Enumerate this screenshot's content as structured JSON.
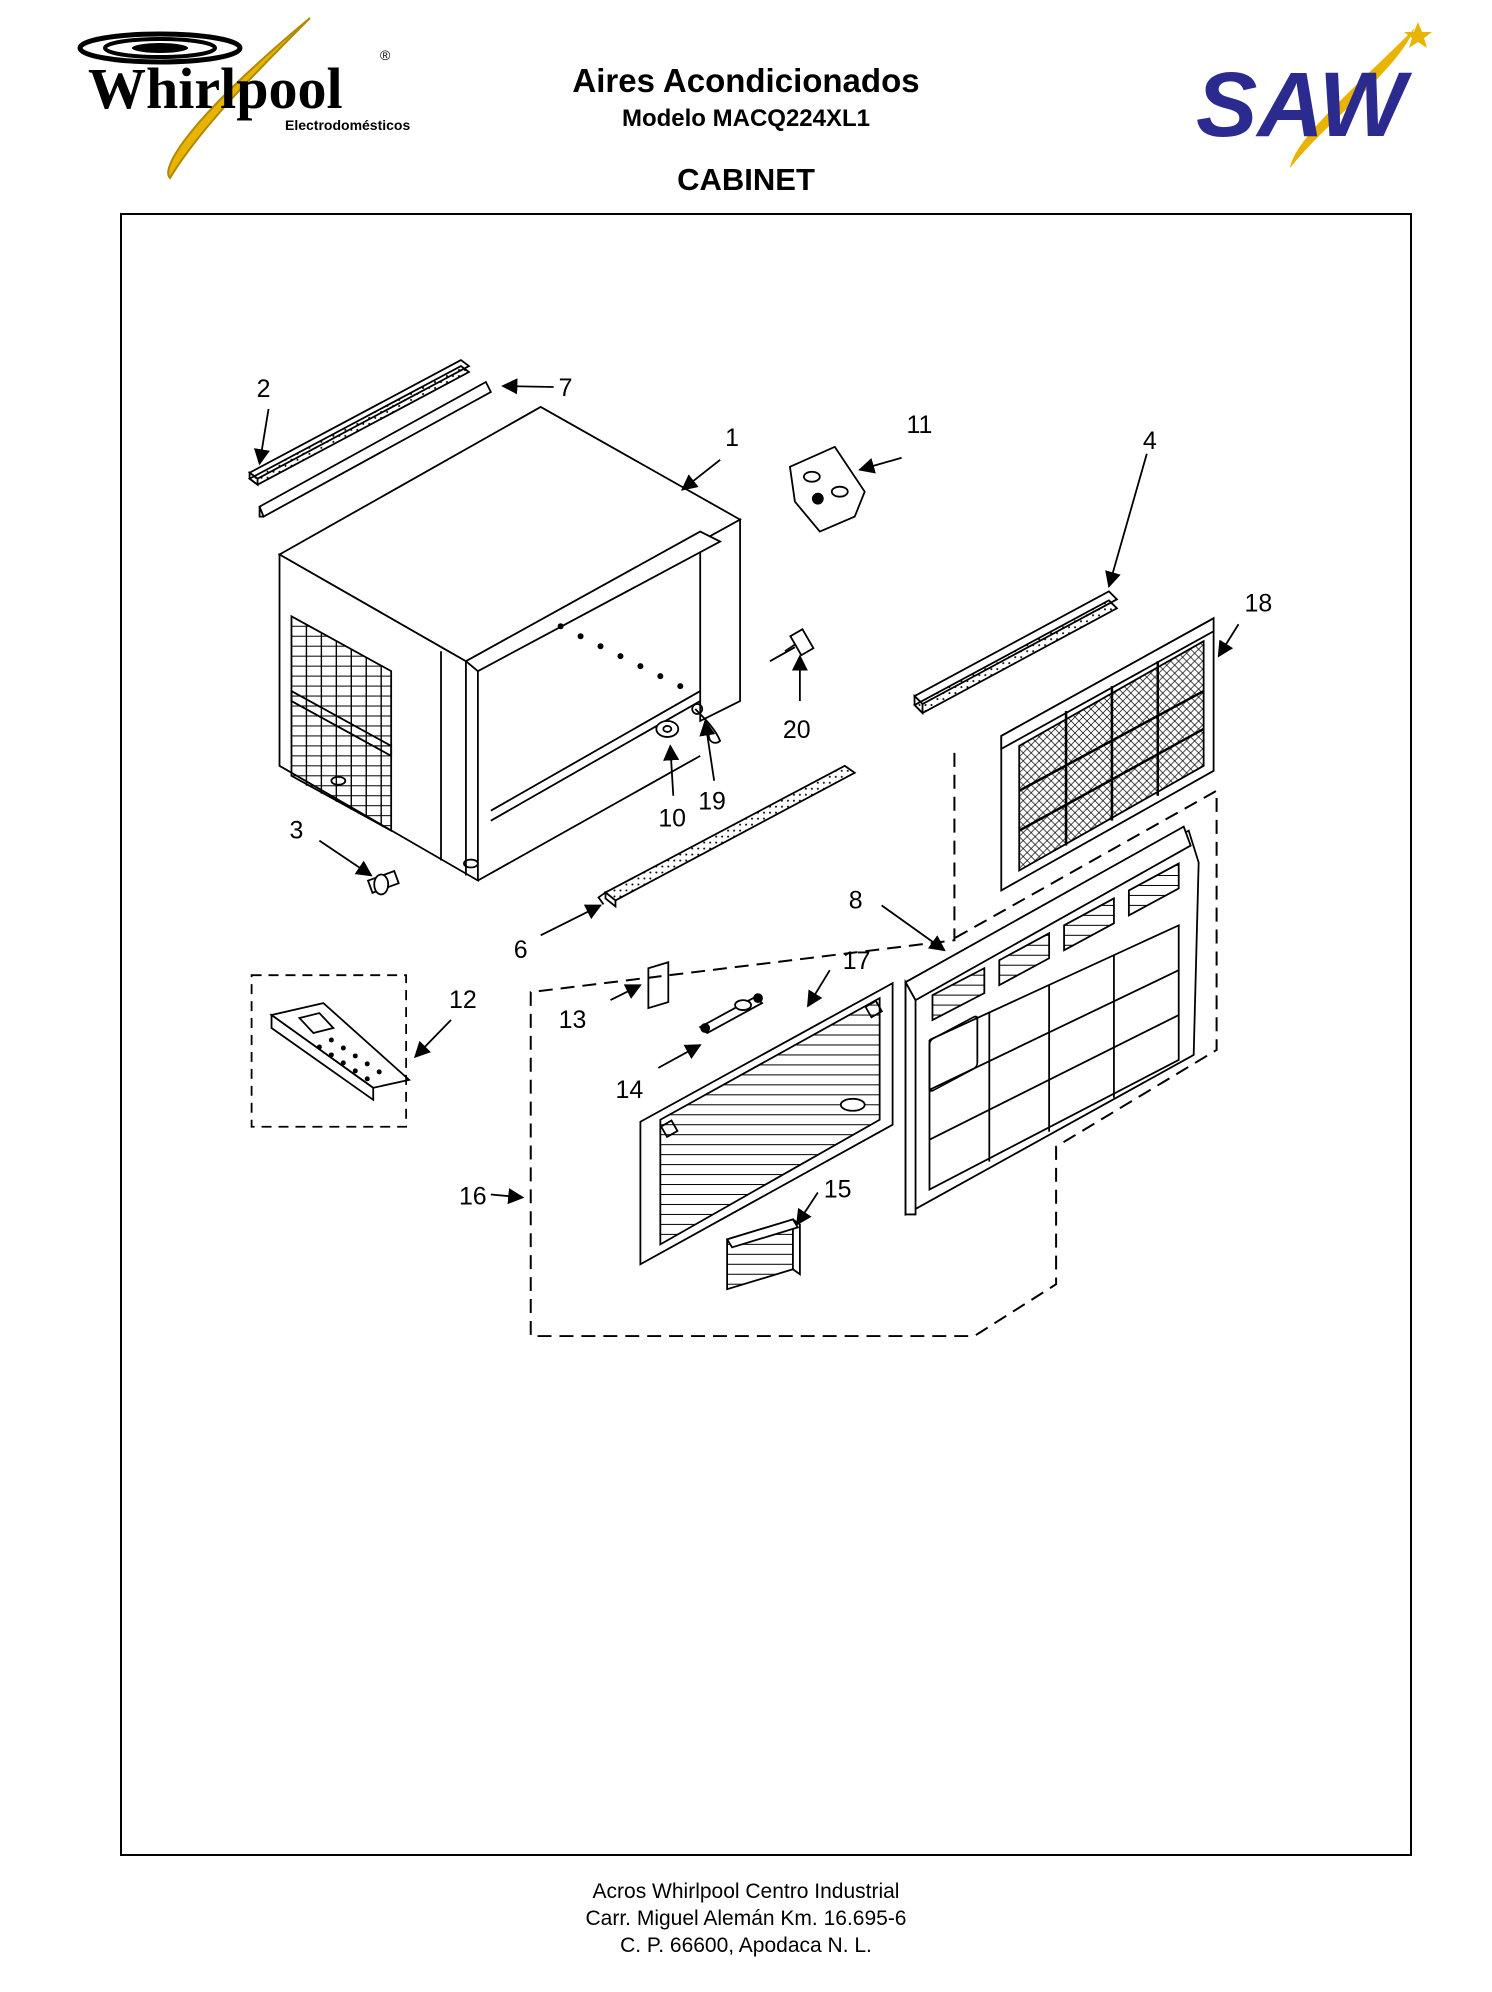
{
  "header": {
    "left_logo": {
      "brand": "Whirlpool",
      "registered": "®",
      "subtitle": "Electrodomésticos"
    },
    "right_logo": {
      "brand": "SAW",
      "colors": {
        "text": "#2b2b8f",
        "swoosh": "#e8b400"
      }
    },
    "title": "Aires Acondicionados",
    "model": "Modelo MACQ224XL1",
    "section": "CABINET"
  },
  "diagram": {
    "callouts": [
      "1",
      "2",
      "3",
      "4",
      "6",
      "7",
      "8",
      "10",
      "11",
      "12",
      "13",
      "14",
      "15",
      "16",
      "17",
      "18",
      "19",
      "20"
    ]
  },
  "footer": {
    "line1": "Acros Whirlpool Centro Industrial",
    "line2": "Carr. Miguel Alemán Km. 16.695-6",
    "line3": "C. P. 66600, Apodaca N. L."
  },
  "colors": {
    "line": "#000000",
    "logo_gold": "#e8b400",
    "saw_blue": "#2b2b8f"
  }
}
